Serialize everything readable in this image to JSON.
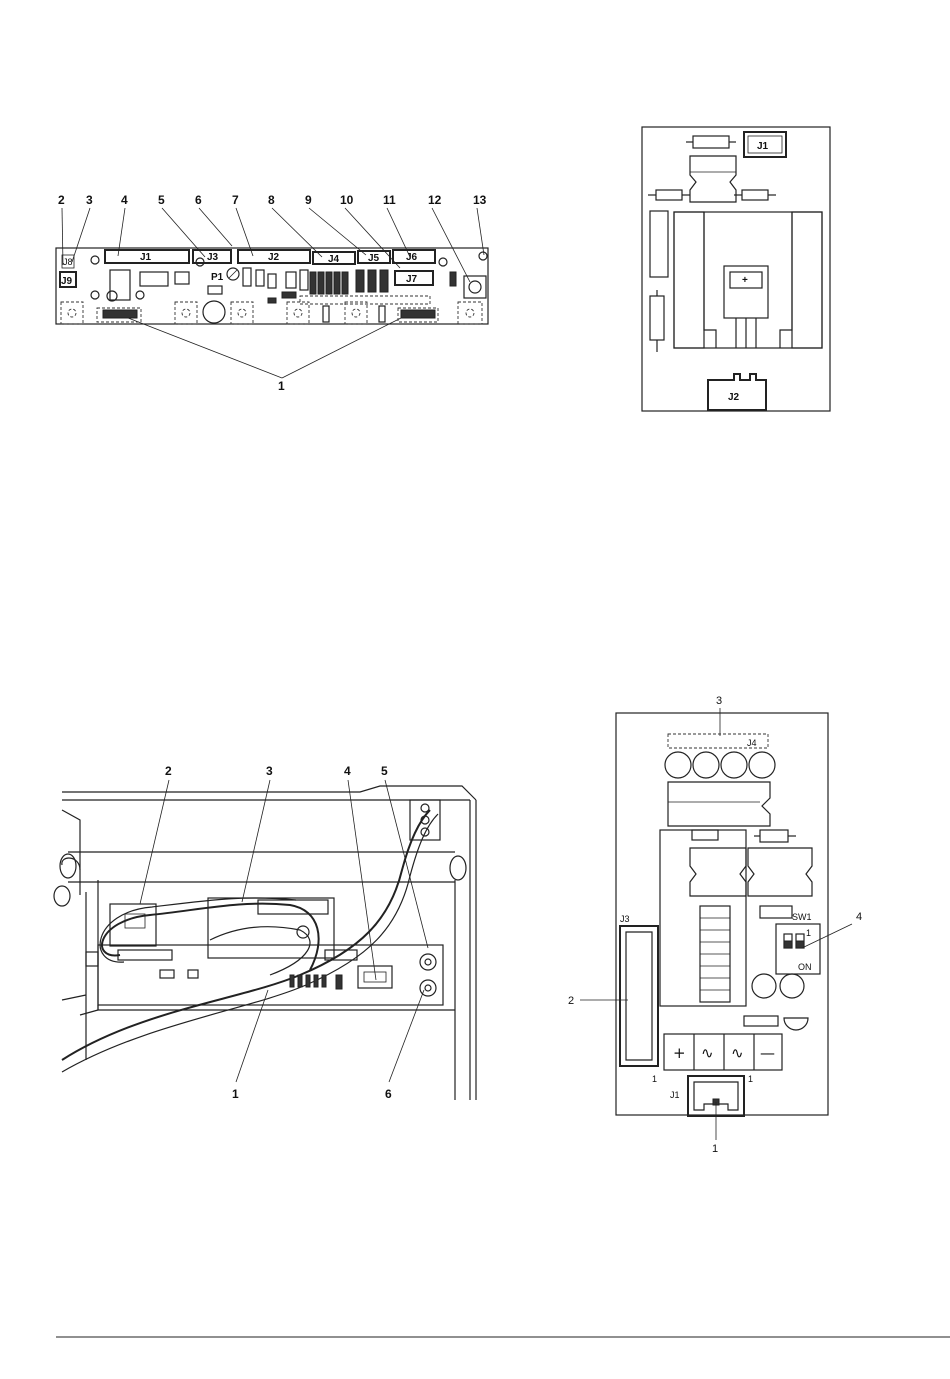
{
  "fig_board_top": {
    "callouts": [
      "2",
      "3",
      "4",
      "5",
      "6",
      "7",
      "8",
      "9",
      "10",
      "11",
      "12",
      "13",
      "1"
    ],
    "connectors": [
      "J1",
      "J3",
      "J2",
      "J4",
      "J5",
      "J6",
      "J7",
      "J9",
      "J8",
      "P1"
    ]
  },
  "fig_psu_top": {
    "connectors": [
      "J1",
      "J2"
    ],
    "plus_mark": "+"
  },
  "fig_cabinet": {
    "callouts": [
      "2",
      "3",
      "4",
      "5",
      "1",
      "6"
    ]
  },
  "fig_psu_bottom": {
    "callouts": [
      "3",
      "2",
      "4",
      "1"
    ],
    "connectors": [
      "J4",
      "J3",
      "SW1",
      "J1"
    ],
    "switch_labels": [
      "1",
      "ON"
    ],
    "pin_labels": [
      "1",
      "1"
    ],
    "terminal_symbols": [
      "+",
      "∿",
      "∿",
      "—"
    ]
  }
}
